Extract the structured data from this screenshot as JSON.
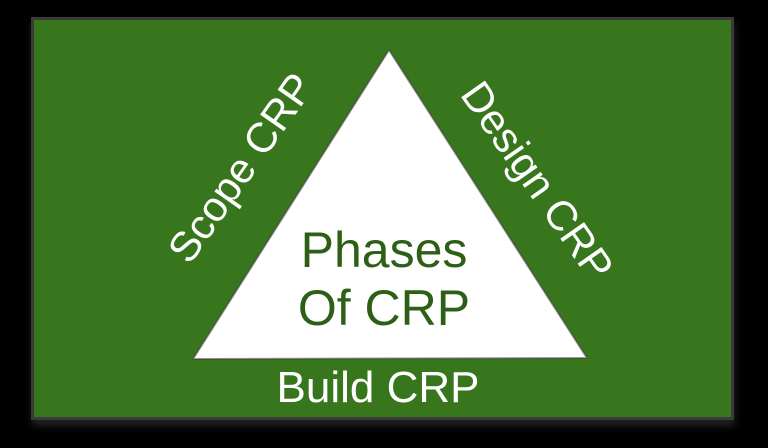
{
  "diagram": {
    "background_color": "#000000",
    "frame_color": "#38761d",
    "frame_border_color": "#3a3a3a",
    "triangle": {
      "fill_color": "#ffffff",
      "stroke_color": "#3c3c3c",
      "title_line1": "Phases",
      "title_line2": "Of CRP",
      "title_color": "#2d5f16"
    },
    "edge_labels": {
      "left": "Scope CRP",
      "right": "Design CRP",
      "bottom": "Build CRP",
      "color": "#ffffff"
    }
  }
}
